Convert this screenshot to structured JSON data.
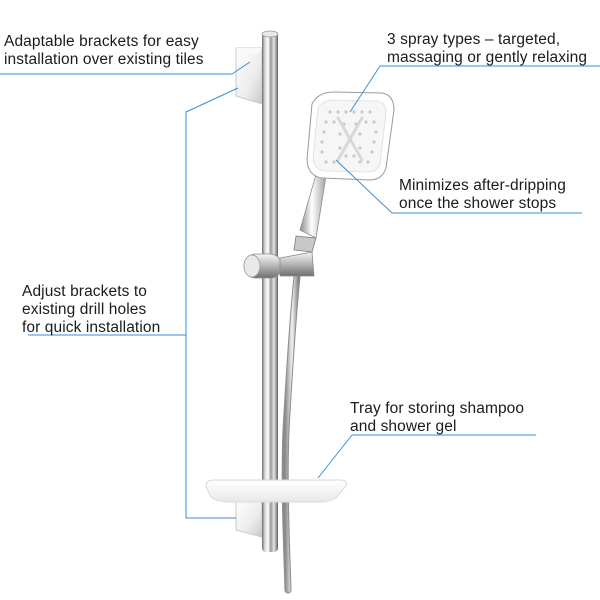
{
  "callouts": {
    "brackets": {
      "lines": [
        "Adaptable brackets for easy",
        "installation over existing tiles"
      ]
    },
    "spray": {
      "lines": [
        "3 spray types – targeted,",
        "massaging or gently relaxing"
      ]
    },
    "drip": {
      "lines": [
        "Minimizes after-dripping",
        "once the shower stops"
      ]
    },
    "adjust": {
      "lines": [
        "Adjust brackets to",
        "existing drill holes",
        "for quick installation"
      ]
    },
    "tray": {
      "lines": [
        "Tray for storing shampoo",
        "and shower gel"
      ]
    }
  },
  "colors": {
    "callout_line": "#3a8fd4",
    "text": "#1b1b1b",
    "chrome_dark": "#7d7d7d",
    "chrome_light": "#f4f4f4",
    "shower_face": "#f6f6f6",
    "nozzle": "#c9c9c9"
  }
}
